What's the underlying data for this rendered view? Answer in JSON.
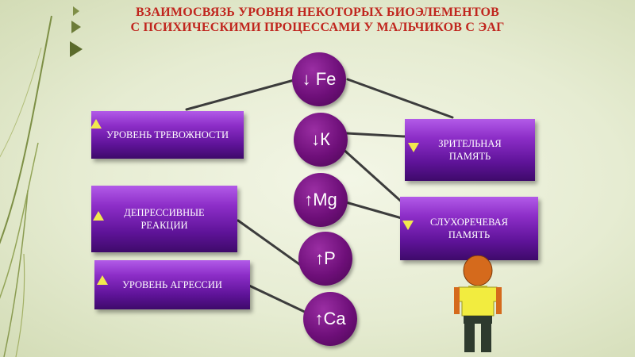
{
  "title": {
    "line1": "ВЗАИМОСВЯЗЬ УРОВНЯ НЕКОТОРЫХ БИОЭЛЕМЕНТОВ",
    "line2": "С ПСИХИЧЕСКИМИ ПРОЦЕССАМИ У МАЛЬЧИКОВ С  ЭАГ"
  },
  "elements": [
    {
      "id": "fe",
      "label": "↓ Fe"
    },
    {
      "id": "k",
      "label": "↓К"
    },
    {
      "id": "mg",
      "label": "↑Mg"
    },
    {
      "id": "p",
      "label": "↑P"
    },
    {
      "id": "ca",
      "label": "↑Ca"
    }
  ],
  "processes": [
    {
      "id": "anxiety",
      "label": "УРОВЕНЬ ТРЕВОЖНОСТИ",
      "indicator": "up"
    },
    {
      "id": "depressive",
      "label": "ДЕПРЕССИВНЫЕ РЕАКЦИИ",
      "indicator": "up"
    },
    {
      "id": "aggression",
      "label": "УРОВЕНЬ АГРЕССИИ",
      "indicator": "up"
    },
    {
      "id": "visual",
      "label": "ЗРИТЕЛЬНАЯ ПАМЯТЬ",
      "indicator": "down"
    },
    {
      "id": "auditory",
      "label": "СЛУХОРЕЧЕВАЯ ПАМЯТЬ",
      "indicator": "down"
    }
  ],
  "colors": {
    "title": "#c0261e",
    "node": "#6e0f79",
    "box": "#7a22b5",
    "indicator": "#f2e94e",
    "shirt": "#f2ec3f",
    "head": "#d56a1c"
  }
}
